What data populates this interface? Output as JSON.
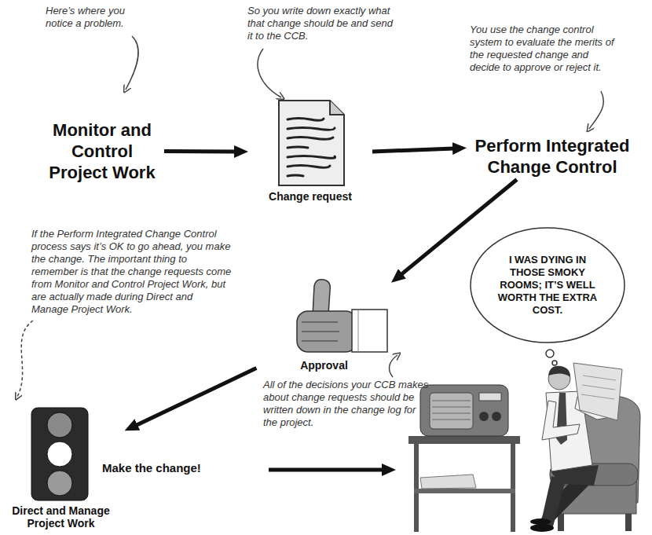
{
  "diagram": {
    "nodes": [
      {
        "text": [
          "Monitor and Control Project Work"
        ]
      },
      {
        "text": [
          "Change request"
        ]
      },
      {
        "text": [
          "Perform Integrated Change Control"
        ]
      },
      {
        "text": [
          "Approval"
        ]
      },
      {
        "text": [
          "Direct and Manage Project Work"
        ]
      },
      {
        "text": [
          "I WAS DYING IN THOSE SMOKY ROOMS; IT’S WELL WORTH THE EXTRA COST."
        ]
      }
    ],
    "edges": [
      {
        "from": 0,
        "to": 1,
        "arrow": "to"
      },
      {
        "from": 1,
        "to": 2,
        "arrow": "to"
      },
      {
        "from": 2,
        "to": 3,
        "arrow": "to"
      },
      {
        "from": 3,
        "to": 4,
        "arrow": "to"
      }
    ],
    "labels": [
      "Here’s where you notice a problem.",
      "So you write down exactly what that change should be and send it to the CCB.",
      "You use the change control system to evaluate the merits of the requested change and decide to approve or reject it.",
      "If the Perform Integrated Change Control process says it’s OK to go ahead, you make the change. The important thing to remember is that the change requests come from Monitor and Control Project Work, but are actually made during Direct and Manage Project Work.",
      "All of the decisions your CCB makes about change requests should be written down in the change log for the project.",
      "Make the change!"
    ]
  }
}
